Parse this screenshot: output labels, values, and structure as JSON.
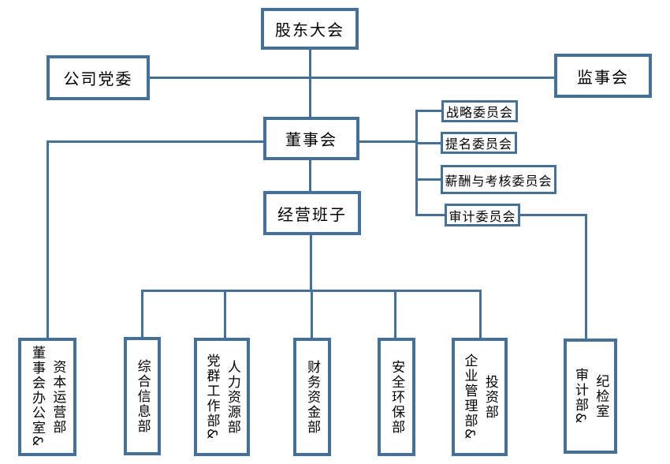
{
  "diagram": {
    "type": "org-chart",
    "background_color": "#ffffff",
    "line_color": "#41719c",
    "box_fill_color": "#ffffff",
    "text_color": "#000000",
    "nodes": {
      "shareholders_meeting": "股东大会",
      "party_committee": "公司党委",
      "supervisory_board": "监事会",
      "board_of_directors": "董事会",
      "management_team": "经营班子"
    },
    "board_committees": [
      {
        "label": "战略委员会"
      },
      {
        "label": "提名委员会"
      },
      {
        "label": "薪酬与考核委员会"
      },
      {
        "label": "审计委员会"
      }
    ],
    "departments": [
      {
        "label": "董事会办公室&\n资本运营部"
      },
      {
        "label": "综合信息部"
      },
      {
        "label": "党群工作部&\n人力资源部"
      },
      {
        "label": "财务资金部"
      },
      {
        "label": "安全环保部"
      },
      {
        "label": "企业管理部&\n投资部"
      },
      {
        "label": "审计部&\n纪检室"
      }
    ],
    "edges": [
      "股东大会-董事会",
      "公司党委-监事会",
      "董事会-经营班子",
      "董事会-董事会办公室&资本运营部",
      "董事会-战略委员会",
      "董事会-提名委员会",
      "董事会-薪酬与考核委员会",
      "董事会-审计委员会",
      "审计委员会-审计部&纪检室",
      "经营班子-综合信息部",
      "经营班子-党群工作部&人力资源部",
      "经营班子-财务资金部",
      "经营班子-安全环保部",
      "经营班子-企业管理部&投资部"
    ]
  }
}
